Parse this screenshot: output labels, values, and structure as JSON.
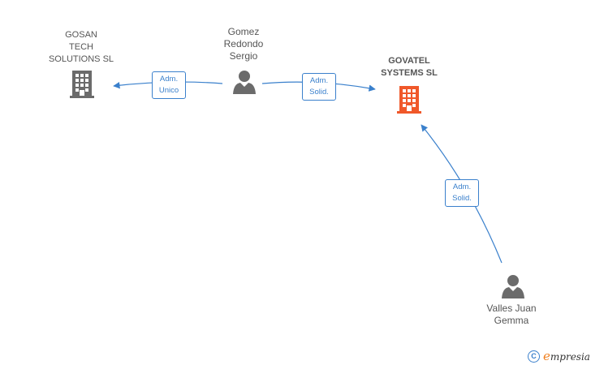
{
  "nodes": {
    "gosan": {
      "label": "GOSAN\nTECH\nSOLUTIONS  SL",
      "icon": "building-icon",
      "color": "#6b6b6b"
    },
    "gomez": {
      "label": "Gomez\nRedondo\nSergio",
      "icon": "person-icon",
      "color": "#6b6b6b"
    },
    "govatel": {
      "label": "GOVATEL\nSYSTEMS  SL",
      "icon": "building-icon",
      "color": "#f0582a"
    },
    "valles": {
      "label": "Valles Juan\nGemma",
      "icon": "person-icon",
      "color": "#6b6b6b"
    }
  },
  "edges": {
    "gomez_gosan": {
      "label": "Adm.\nUnico"
    },
    "gomez_govatel": {
      "label": "Adm.\nSolid."
    },
    "valles_govatel": {
      "label": "Adm.\nSolid."
    }
  },
  "colors": {
    "edge": "#3a80cc",
    "primary_company": "#f0582a",
    "entity": "#6b6b6b"
  },
  "brand": {
    "copyright_symbol": "C",
    "first_letter": "e",
    "rest": "mpresia"
  }
}
